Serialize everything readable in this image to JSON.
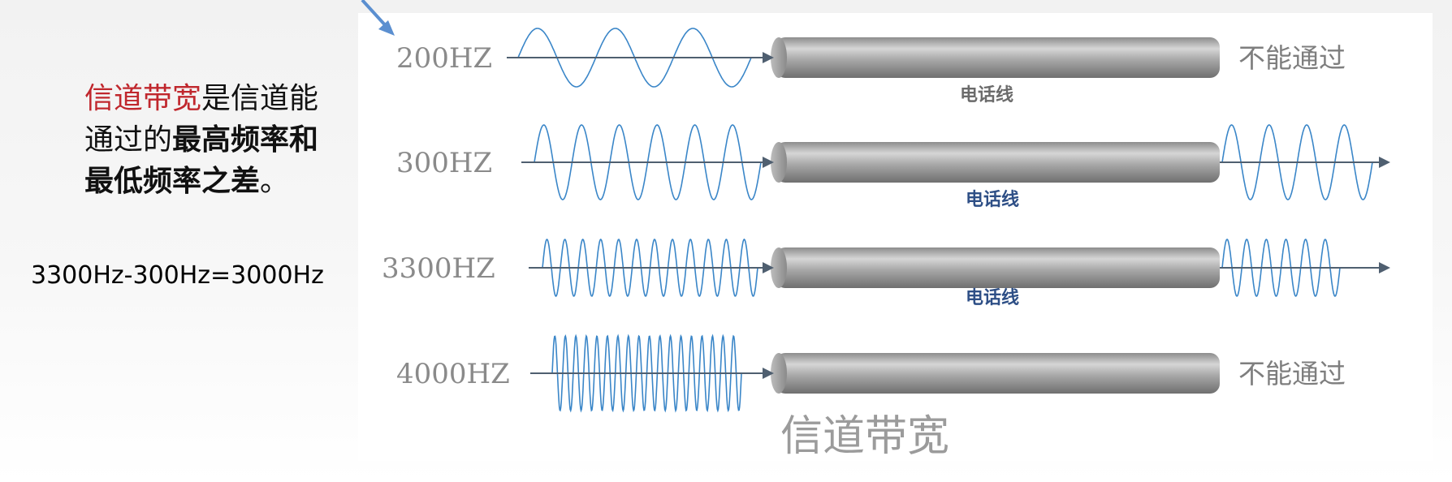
{
  "definition": {
    "term": "信道带宽",
    "connector": "是信道能通过的",
    "bold_part": "最高频率和最低频率之差",
    "end": "。"
  },
  "formula": "3300Hz-300Hz=3000Hz",
  "diagram": {
    "caption": "信道带宽",
    "rows": [
      {
        "freq": "200HZ",
        "cycles": 3,
        "passes": false,
        "result": "不能通过",
        "wire_label": "电话线",
        "wire_color": "#6b6b6b"
      },
      {
        "freq": "300HZ",
        "cycles": 6,
        "passes": true,
        "out_cycles": 4,
        "result": "",
        "wire_label": "电话线",
        "wire_color": "#2e4f86"
      },
      {
        "freq": "3300HZ",
        "cycles": 12,
        "passes": true,
        "out_cycles": 6,
        "result": "",
        "wire_label": "电话线",
        "wire_color": "#2e4f86"
      },
      {
        "freq": "4000HZ",
        "cycles": 18,
        "passes": false,
        "result": "不能通过",
        "wire_label": "",
        "wire_color": "#2e4f86"
      }
    ],
    "colors": {
      "wave": "#3a86c8",
      "arrow": "#4f5f70",
      "tube_dark": "#6f6f6f",
      "tube_light": "#d4d4d4",
      "pointer": "#5b8fd0"
    }
  }
}
